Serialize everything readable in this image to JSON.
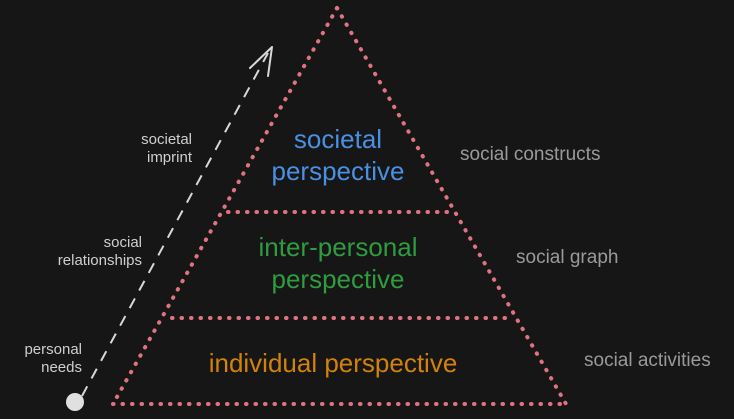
{
  "figure": {
    "title_text": "",
    "background_color": "#161616"
  },
  "pyramid": {
    "outline_color": "#e0737f",
    "tiers": [
      {
        "id": "societal",
        "label": "societal\nperspective",
        "text_color": "#4a90e2",
        "left_note": "societal\nimprint",
        "right_note": "social constructs"
      },
      {
        "id": "inter-personal",
        "label": "inter-personal\nperspective",
        "text_color": "#2e9c3f",
        "left_note": "social\nrelationships",
        "right_note": "social graph"
      },
      {
        "id": "individual",
        "label": "individual perspective",
        "text_color": "#d2820a",
        "left_note": "personal\nneeds",
        "right_note": "social activities"
      }
    ]
  },
  "arrow": {
    "name": "progression-arrow",
    "color": "#d8d8d8",
    "origin_marker_color": "#e0e0e0",
    "style": "dashed"
  },
  "chart_data": {
    "type": "pyramid",
    "title": "",
    "levels": [
      {
        "level": 3,
        "name": "societal perspective",
        "left_driver": "societal imprint",
        "right_output": "social constructs",
        "color": "#4a90e2"
      },
      {
        "level": 2,
        "name": "inter-personal perspective",
        "left_driver": "social relationships",
        "right_output": "social graph",
        "color": "#2e9c3f"
      },
      {
        "level": 1,
        "name": "individual perspective",
        "left_driver": "personal needs",
        "right_output": "social activities",
        "color": "#d2820a"
      }
    ],
    "annotations": [
      "societal imprint",
      "social relationships",
      "personal needs",
      "social constructs",
      "social graph",
      "social activities"
    ],
    "legend": [],
    "grid": false
  }
}
